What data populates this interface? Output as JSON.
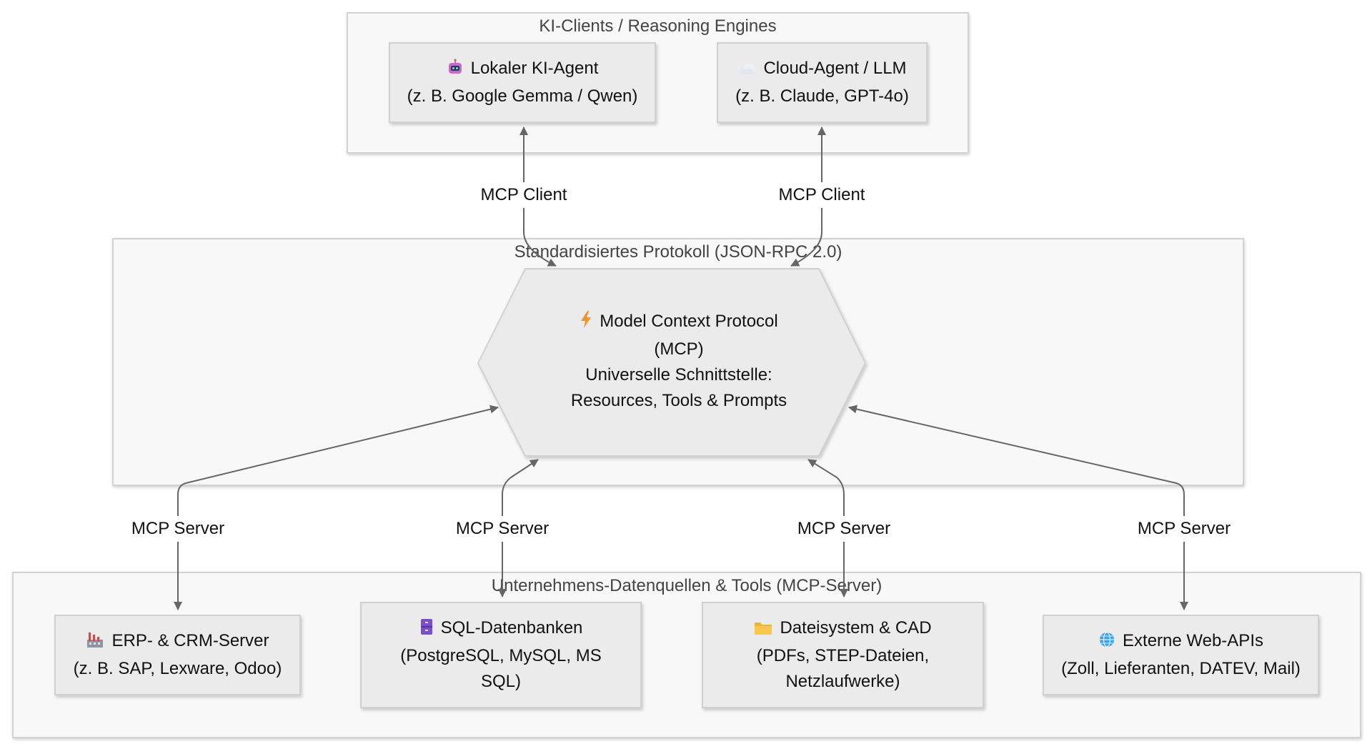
{
  "clusters": {
    "clients": {
      "title": "KI-Clients / Reasoning Engines"
    },
    "protocol": {
      "title": "Standardisiertes Protokoll (JSON-RPC 2.0)"
    },
    "sources": {
      "title": "Unternehmens-Datenquellen & Tools (MCP-Server)"
    }
  },
  "nodes": {
    "local_agent": {
      "icon": "robot-icon",
      "line1": "Lokaler KI-Agent",
      "line2": "(z. B. Google Gemma / Qwen)"
    },
    "cloud_agent": {
      "icon": "cloud-icon",
      "line1": "Cloud-Agent / LLM",
      "line2": "(z. B. Claude, GPT-4o)"
    },
    "mcp": {
      "icon": "lightning-icon",
      "line1": "Model Context Protocol",
      "line2": "(MCP)",
      "line3": "Universelle Schnittstelle:",
      "line4": "Resources, Tools & Prompts"
    },
    "erp": {
      "icon": "factory-icon",
      "line1": "ERP- & CRM-Server",
      "line2": "(z. B. SAP, Lexware, Odoo)"
    },
    "sql": {
      "icon": "file-cabinet-icon",
      "line1": "SQL-Datenbanken",
      "line2": "(PostgreSQL, MySQL, MS",
      "line3": "SQL)"
    },
    "files": {
      "icon": "folder-icon",
      "line1": "Dateisystem & CAD",
      "line2": "(PDFs, STEP-Dateien,",
      "line3": "Netzlaufwerke)"
    },
    "web": {
      "icon": "globe-icon",
      "line1": "Externe Web-APIs",
      "line2": "(Zoll, Lieferanten, DATEV, Mail)"
    }
  },
  "edges": {
    "client_label": "MCP Client",
    "server_label": "MCP Server"
  },
  "colors": {
    "cluster_fill": "#f8f8f8",
    "cluster_stroke": "#d2d2d2",
    "node_fill": "#ebebeb",
    "node_stroke": "#d0d0d0",
    "edge": "#666666"
  }
}
